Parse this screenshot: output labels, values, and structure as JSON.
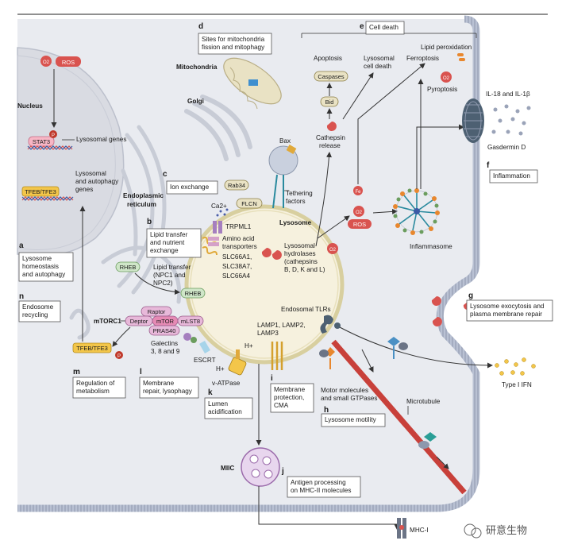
{
  "colors": {
    "cell_bg": "#e9ebf0",
    "membrane": "#9aa3b8",
    "nucleus": "#d9dbe2",
    "lysosome": "#f6f1de",
    "ros_red": "#d9534f",
    "tfeb_yellow": "#f3c64a",
    "rheb_green": "#cfe6c8",
    "raptor_pink": "#e7b8d9",
    "microtubule": "#c8403a",
    "mitochondria": "#e9e2c4"
  },
  "labels": {
    "nucleus": "Nucleus",
    "ros": "ROS",
    "o2": "O2",
    "stat3": "STAT3",
    "p": "P",
    "lysosomal_genes": "Lysosomal genes",
    "tfeb_tfe3": "TFEB/TFE3",
    "lys_autophagy_genes_1": "Lysosomal",
    "lys_autophagy_genes_2": "and autophagy",
    "lys_autophagy_genes_3": "genes",
    "er_1": "Endoplasmic",
    "er_2": "reticulum",
    "golgi": "Golgi",
    "mitochondria": "Mitochondria",
    "rab34": "Rab34",
    "flcn": "FLCN",
    "bax": "Bax",
    "tethering_1": "Tethering",
    "tethering_2": "factors",
    "lysosome": "Lysosome",
    "ca": "Ca2+",
    "trpml1": "TRPML1",
    "aa_1": "Amino acid",
    "aa_2": "transporters",
    "aa_3": "SLC66A1,",
    "aa_4": "SLC38A7,",
    "aa_5": "SLC66A4",
    "lipid_npc_1": "Lipid transfer",
    "lipid_npc_2": "(NPC1 and",
    "lipid_npc_3": "NPC2)",
    "rheb": "RHEB",
    "mtorc1": "mTORC1",
    "raptor": "Raptor",
    "deptor": "Deptor",
    "mtor": "mTOR",
    "mlst8": "mLST8",
    "pras40": "PRAS40",
    "galectins_1": "Galectins",
    "galectins_2": "3, 8 and 9",
    "escrt": "ESCRT",
    "h": "H+",
    "vatpase": "v-ATPase",
    "lamp_1": "LAMP1, LAMP2,",
    "lamp_2": "LAMP3",
    "hydrolases_1": "Lysosomal",
    "hydrolases_2": "hydrolases",
    "hydrolases_3": "(cathepsins",
    "hydrolases_4": "B, D, K and L)",
    "endosomal_tlrs": "Endosomal TLRs",
    "motor_1": "Motor molecules",
    "motor_2": "and small GTPases",
    "microtubule": "Microtubule",
    "type1_ifn": "Type I IFN",
    "miic": "MIIC",
    "mhc1": "MHC-I",
    "caspases": "Caspases",
    "bid": "Bid",
    "apoptosis": "Apoptosis",
    "lys_cell_death_1": "Lysosomal",
    "lys_cell_death_2": "cell death",
    "ferroptosis": "Ferroptosis",
    "lipid_perox": "Lipid peroxidation",
    "pyroptosis": "Pyroptosis",
    "cathepsin_rel_1": "Cathepsin",
    "cathepsin_rel_2": "release",
    "fe": "Fe",
    "il18": "IL-18 and IL-1β",
    "gasdermin": "Gasdermin D",
    "inflammasome": "Inflammasome",
    "watermark": "研意生物"
  },
  "panels": [
    {
      "letter": "a",
      "lines": [
        "Lysosome",
        "homeostasis",
        "and autophagy"
      ]
    },
    {
      "letter": "b",
      "lines": [
        "Lipid transfer",
        "and nutrient",
        "exchange"
      ]
    },
    {
      "letter": "c",
      "lines": [
        "Ion exchange"
      ]
    },
    {
      "letter": "d",
      "lines": [
        "Sites for mitochondria",
        "fission and mitophagy"
      ]
    },
    {
      "letter": "e",
      "lines": [
        "Cell death"
      ]
    },
    {
      "letter": "f",
      "lines": [
        "Inflammation"
      ]
    },
    {
      "letter": "g",
      "lines": [
        "Lysosome exocytosis and",
        "plasma membrane repair"
      ]
    },
    {
      "letter": "h",
      "lines": [
        "Lysosome motility"
      ]
    },
    {
      "letter": "i",
      "lines": [
        "Membrane",
        "protection,",
        "CMA"
      ]
    },
    {
      "letter": "j",
      "lines": [
        "Antigen processing",
        "on MHC-II molecules"
      ]
    },
    {
      "letter": "k",
      "lines": [
        "Lumen",
        "acidification"
      ]
    },
    {
      "letter": "l",
      "lines": [
        "Membrane",
        "repair, lysophagy"
      ]
    },
    {
      "letter": "m",
      "lines": [
        "Regulation of",
        "metabolism"
      ]
    },
    {
      "letter": "n",
      "lines": [
        "Endosome",
        "recycling"
      ]
    }
  ]
}
